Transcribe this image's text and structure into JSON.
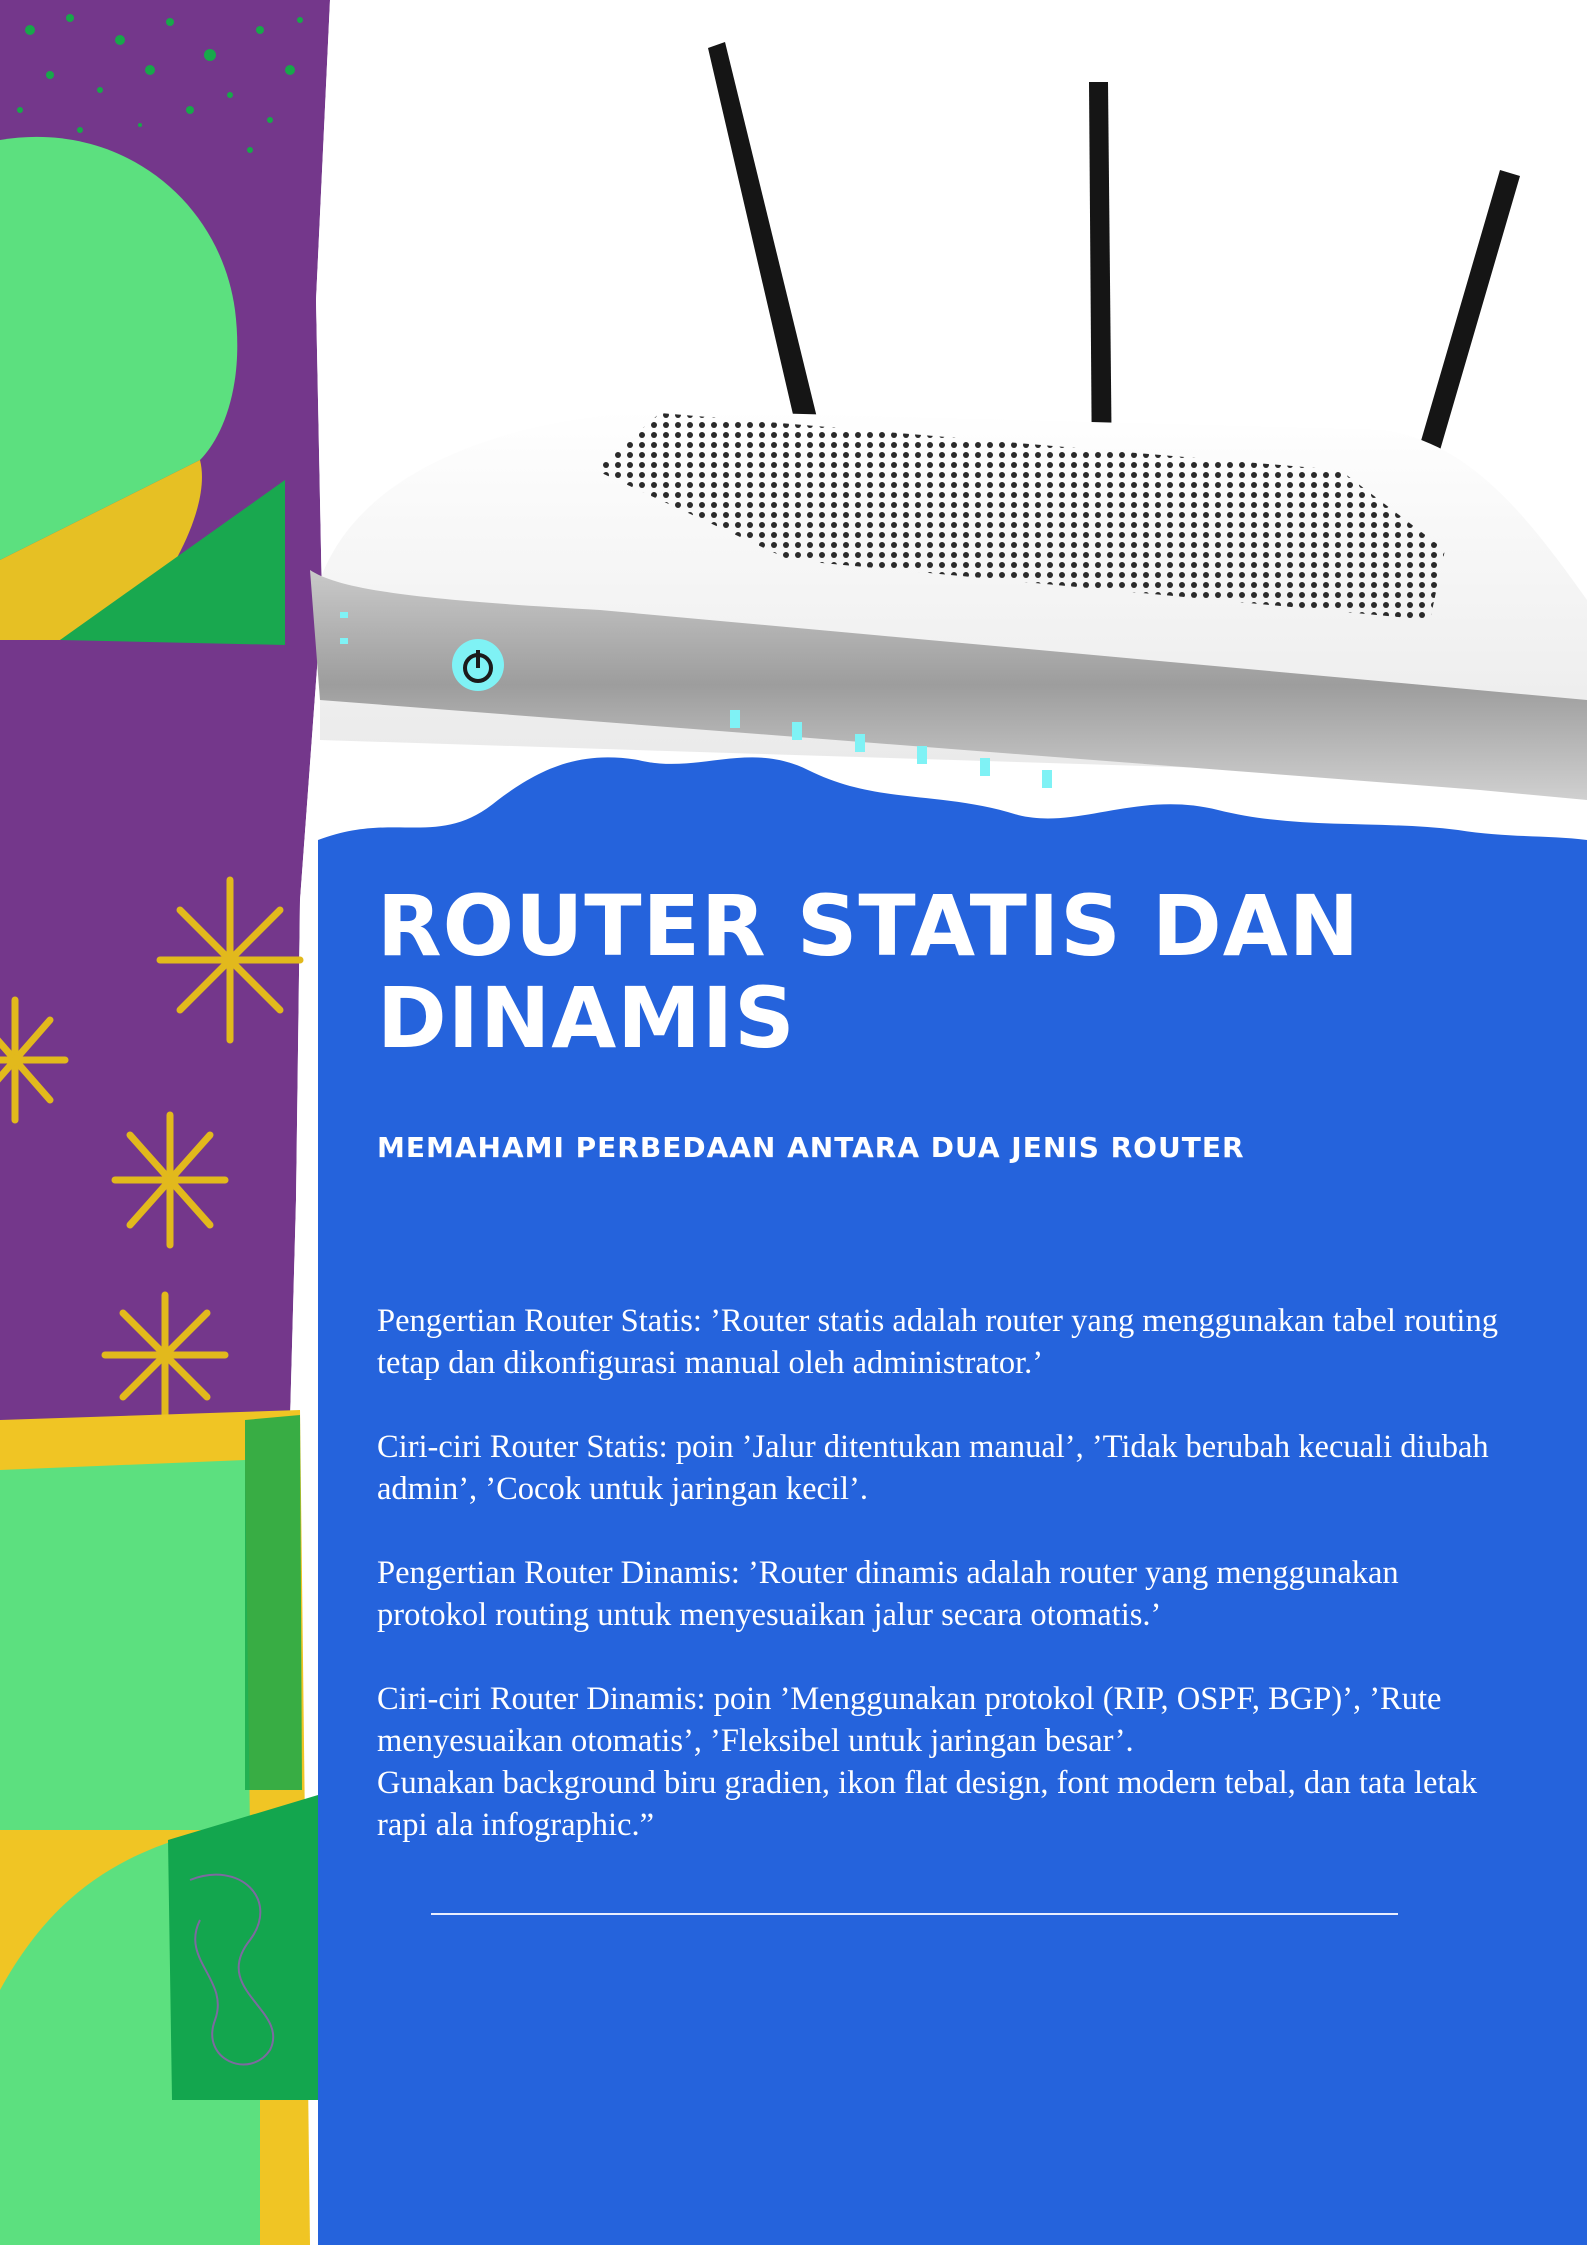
{
  "page": {
    "title": "ROUTER STATIS DAN DINAMIS",
    "subtitle": "MEMAHAMI PERBEDAAN ANTARA DUA JENIS ROUTER",
    "paragraphs": [
      "Pengertian Router Statis: ’Router statis adalah router yang menggunakan tabel routing tetap dan dikonfigurasi manual oleh administrator.’",
      "Ciri-ciri Router Statis: poin ’Jalur ditentukan manual’, ’Tidak berubah kecuali diubah admin’, ’Cocok untuk jaringan kecil’.",
      "Pengertian Router Dinamis: ’Router dinamis adalah router yang menggunakan protokol routing untuk menyesuaikan jalur secara otomatis.’"
    ],
    "last_paragraph_lines": [
      "Ciri-ciri Router Dinamis: poin ’Menggunakan protokol (RIP, OSPF, BGP)’, ’Rute menyesuaikan otomatis’, ’Fleksibel untuk jaringan besar’.",
      "Gunakan background biru gradien, ikon flat design, font modern tebal, dan tata letak rapi ala infographic.”"
    ]
  },
  "colors": {
    "panel_blue": "#2563dc",
    "art_purple": "#74378b",
    "art_green": "#5ce07f",
    "art_dark_green": "#13a64e",
    "art_yellow": "#f0c524",
    "led_cyan": "#7ff2f5"
  },
  "icons": {
    "power": "power-icon"
  }
}
